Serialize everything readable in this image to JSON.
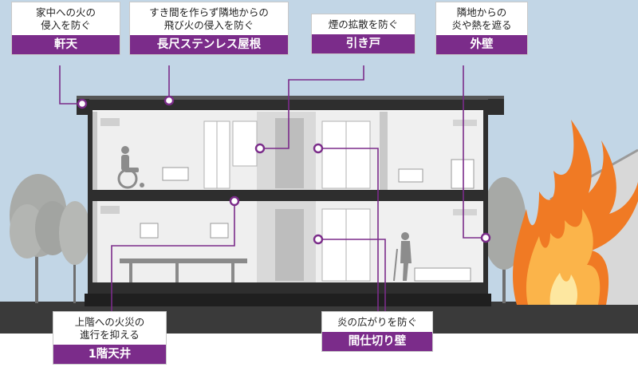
{
  "callouts": [
    {
      "id": "noki",
      "desc": "家中への火の\n侵入を防ぐ",
      "tag": "軒天"
    },
    {
      "id": "yane",
      "desc": "すき間を作らず隣地からの\n飛び火の侵入を防ぐ",
      "tag": "長尺ステンレス屋根"
    },
    {
      "id": "hikido",
      "desc": "煙の拡散を防ぐ",
      "tag": "引き戸"
    },
    {
      "id": "gaiheki",
      "desc": "隣地からの\n炎や熱を遮る",
      "tag": "外壁"
    },
    {
      "id": "tenjo",
      "desc": "上階への火災の\n進行を抑える",
      "tag": "1階天井"
    },
    {
      "id": "mashikiri",
      "desc": "炎の広がりを防ぐ",
      "tag": "間仕切り壁"
    }
  ],
  "colors": {
    "accent": "#7b2c8a",
    "sky": "#c2d6e6",
    "ground": "#3a3a3a",
    "building_wall": "#f2f2f2",
    "structure": "#2e2e2e",
    "fire_outer": "#f07a24",
    "fire_inner": "#fbb44a",
    "neighbor_house": "#d8d8d8"
  },
  "icons": [
    "wheelchair-figure-icon",
    "walking-cane-figure-icon",
    "flame-icon",
    "tree-icon"
  ]
}
